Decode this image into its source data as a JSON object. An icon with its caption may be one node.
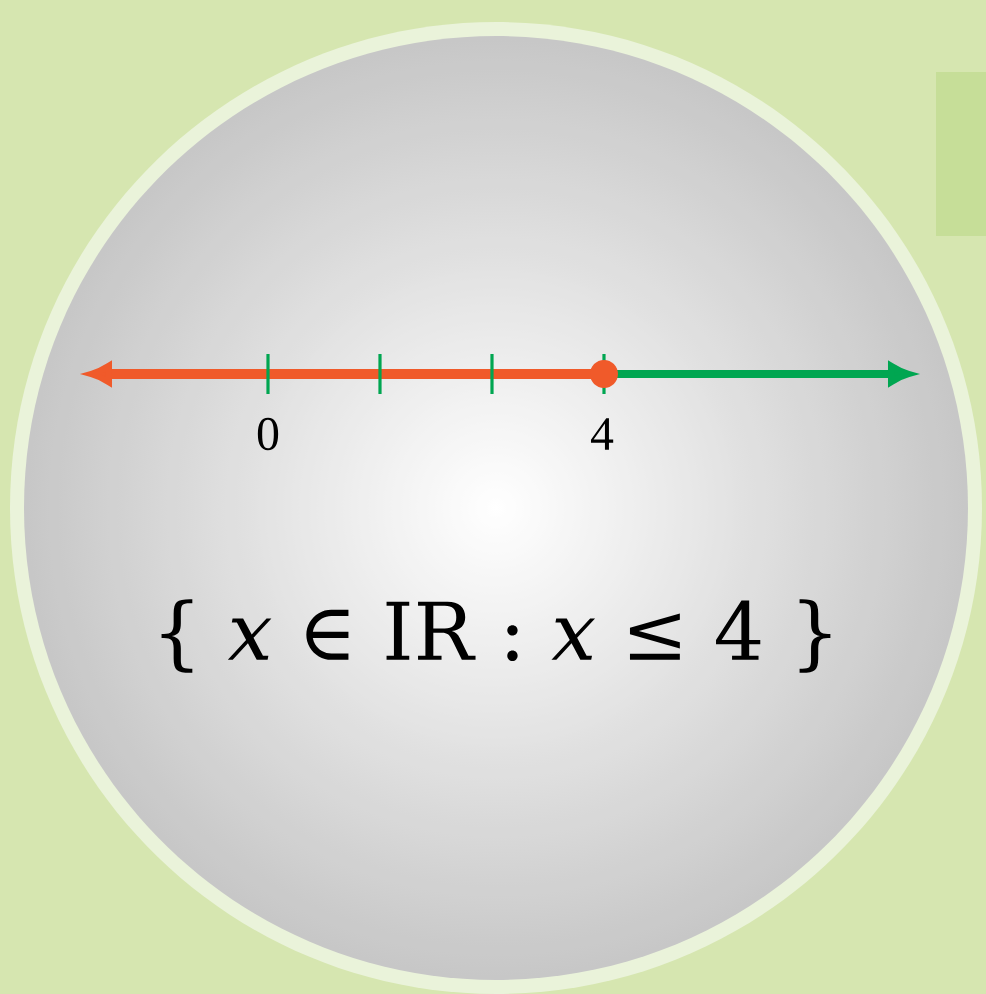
{
  "diagram": {
    "labels": [
      "0",
      "4",
      "{ *x* ∈ IR : *x* ≤ 4 }"
    ]
  }
}
